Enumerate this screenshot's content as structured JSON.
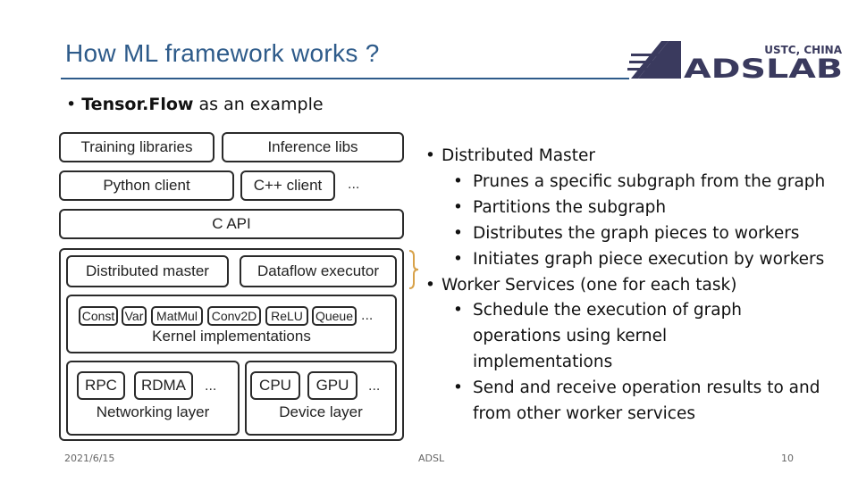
{
  "slide": {
    "title": "How ML framework works ?",
    "bullet": {
      "bold": "Tensor.Flow",
      "rest": " as an example"
    }
  },
  "logo": {
    "top_text": "USTC, CHINA",
    "main_text": "ADSLAB",
    "color": "#3a3a5e"
  },
  "diagram": {
    "training_libraries": "Training libraries",
    "inference_libs": "Inference libs",
    "python_client": "Python client",
    "cpp_client": "C++ client",
    "client_more": "...",
    "c_api": "C API",
    "distributed_master": "Distributed master",
    "dataflow_executor": "Dataflow executor",
    "ops": [
      "Const",
      "Var",
      "MatMul",
      "Conv2D",
      "ReLU",
      "Queue"
    ],
    "ops_more": "...",
    "kernel_implementations": "Kernel implementations",
    "networking": [
      "RPC",
      "RDMA"
    ],
    "networking_more": "...",
    "networking_layer": "Networking layer",
    "devices": [
      "CPU",
      "GPU"
    ],
    "devices_more": "...",
    "device_layer": "Device layer"
  },
  "right": {
    "distributed_master": "Distributed Master",
    "dm_items": [
      "Prunes a specific subgraph from the graph",
      "Partitions the subgraph",
      "Distributes the graph pieces to workers",
      "Initiates graph piece execution by workers"
    ],
    "worker_services": "Worker Services (one for each task)",
    "ws_items": [
      "Schedule the execution of graph operations using kernel implementations",
      "Send and receive operation results to and from other worker services"
    ]
  },
  "footer": {
    "date": "2021/6/15",
    "center": "ADSL",
    "page": "10"
  },
  "colors": {
    "title": "#2e5b8a",
    "brace": "#d8a24a"
  }
}
